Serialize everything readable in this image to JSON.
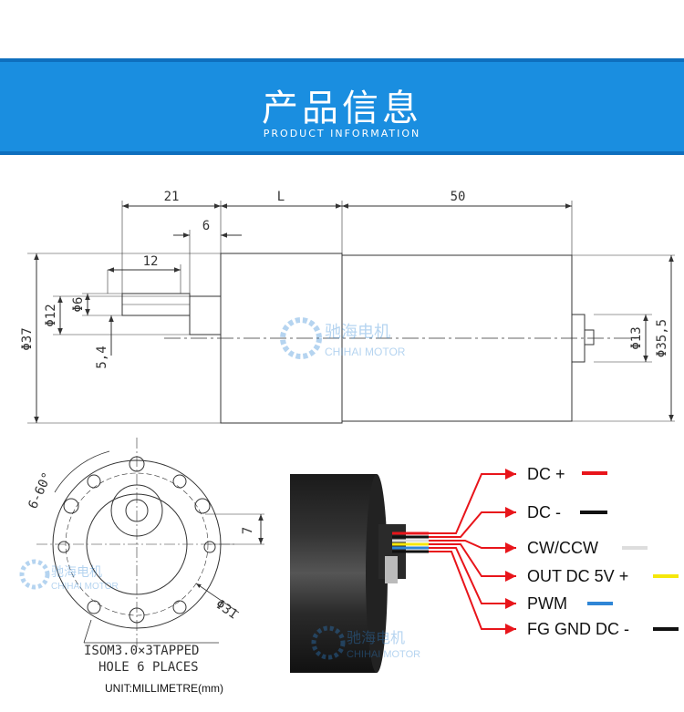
{
  "header": {
    "title": "产品信息",
    "subtitle": "PRODUCT INFORMATION",
    "color": "#1a8ee0"
  },
  "side_view": {
    "dims": {
      "gear_len": "21",
      "body_len": "L",
      "motor_len": "50",
      "flat_len": "6",
      "shaft_len": "12",
      "dia_body": "Φ37",
      "dia_hub": "Φ12",
      "dia_shaft": "Φ6",
      "flat_depth": "5,4",
      "dia_back": "Φ13",
      "dia_motor": "Φ35,5"
    },
    "watermark": {
      "brand_cn": "驰海电机",
      "brand_en": "CHIHAI MOTOR"
    }
  },
  "front_view": {
    "angle": "6-60°",
    "offset": "7",
    "dia_pcd": "Φ31",
    "note_line1": "ISOM3.0×3TAPPED",
    "note_line2": "HOLE 6 PLACES",
    "watermark": {
      "brand_cn": "驰海电机",
      "brand_en": "CHIHAI MOTOR"
    }
  },
  "wiring": {
    "wires": [
      {
        "label": "DC +",
        "color": "#e8151b"
      },
      {
        "label": "DC -",
        "color": "#111111"
      },
      {
        "label": "CW/CCW",
        "color": "#dddddd"
      },
      {
        "label": "OUT DC 5V +",
        "color": "#f5e70a"
      },
      {
        "label": "PWM",
        "color": "#2f86d6"
      },
      {
        "label": "FG GND DC -",
        "color": "#111111"
      }
    ],
    "arrow_color": "#e8151b",
    "watermark": {
      "brand_cn": "驰海电机",
      "brand_en": "CHIHAI MOTOR"
    }
  },
  "unit_note": "UNIT:MILLIMETRE(mm)"
}
